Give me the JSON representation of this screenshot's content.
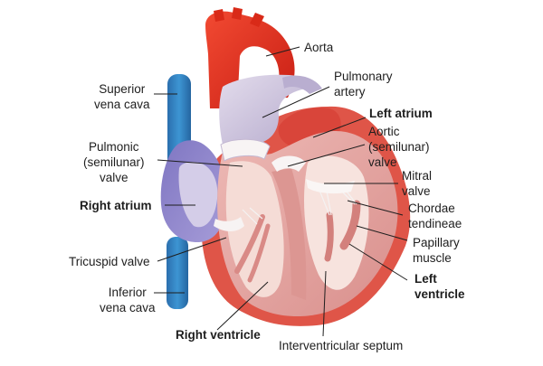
{
  "labels": {
    "aorta": "Aorta",
    "pulmonary_artery": [
      "Pulmonary",
      "artery"
    ],
    "left_atrium": "Left atrium",
    "aortic_valve": [
      "Aortic",
      "(semilunar)",
      "valve"
    ],
    "mitral_valve": [
      "Mitral",
      "valve"
    ],
    "chordae_tendineae": [
      "Chordae",
      "tendineae"
    ],
    "papillary_muscle": [
      "Papillary",
      "muscle"
    ],
    "left_ventricle": [
      "Left",
      "ventricle"
    ],
    "interventricular_septum": "Interventricular septum",
    "right_ventricle": "Right ventricle",
    "inferior_vena_cava": [
      "Inferior",
      "vena cava"
    ],
    "tricuspid_valve": "Tricuspid valve",
    "right_atrium": "Right atrium",
    "pulmonic_valve": [
      "Pulmonic",
      "(semilunar)",
      "valve"
    ],
    "superior_vena_cava": [
      "Superior",
      "vena cava"
    ]
  },
  "colors": {
    "aorta": "#e8321f",
    "vena_cava": "#2f7fbd",
    "right_atrium": "#8d84c8",
    "pulmonary_artery": "#c7bfd8",
    "myocardium": "#e6a7a4",
    "chamber": "#f7e3de",
    "pericardium": "#e1564a"
  }
}
